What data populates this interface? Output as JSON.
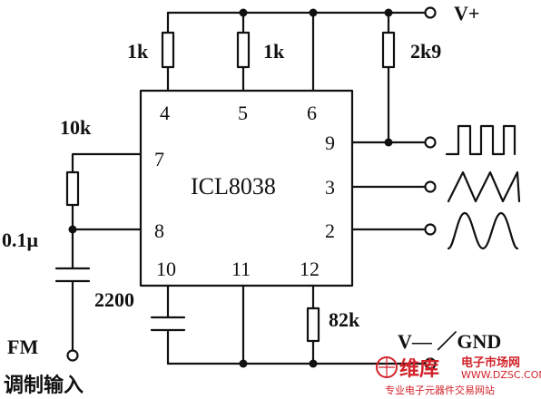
{
  "chip": {
    "name": "ICL8038"
  },
  "pins": {
    "p4": "4",
    "p5": "5",
    "p6": "6",
    "p7": "7",
    "p8": "8",
    "p9": "9",
    "p3": "3",
    "p2": "2",
    "p10": "10",
    "p11": "11",
    "p12": "12"
  },
  "components": {
    "r_pin4": "1k",
    "r_pin5": "1k",
    "r_pin9": "2k9",
    "r_pin7": "10k",
    "c_pin8": "0.1μ",
    "c_pin10": "2200",
    "r_pin12": "82k"
  },
  "rails": {
    "vplus": "V+",
    "vminus": "V— ／GND"
  },
  "input": {
    "label": "FM",
    "caption": "调制输入"
  },
  "outputs": [
    "square-wave",
    "triangle-wave",
    "sine-wave"
  ],
  "watermark": {
    "brand": "维库",
    "subtitle": "电子市场网",
    "url": "WWW.DZSC.COM",
    "tagline": "专业电子元器件交易网站",
    "color": "#d2222a"
  },
  "colors": {
    "ink": "#111111",
    "background": "#ffffff"
  }
}
